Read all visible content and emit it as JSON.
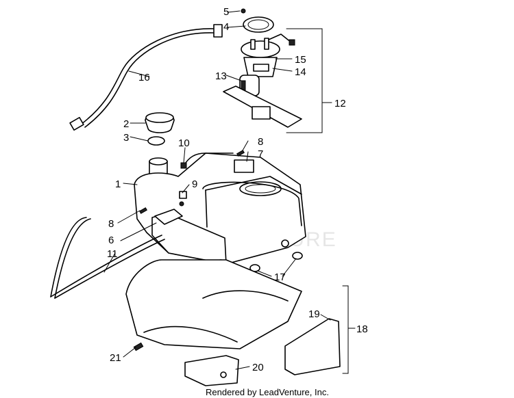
{
  "watermark": "LEADVENTURE",
  "footer": "Rendered by LeadVenture, Inc.",
  "callouts": [
    {
      "id": "c1",
      "label": "1"
    },
    {
      "id": "c2",
      "label": "2"
    },
    {
      "id": "c3",
      "label": "3"
    },
    {
      "id": "c4",
      "label": "4"
    },
    {
      "id": "c5",
      "label": "5"
    },
    {
      "id": "c6",
      "label": "6"
    },
    {
      "id": "c7",
      "label": "7"
    },
    {
      "id": "c8a",
      "label": "8"
    },
    {
      "id": "c8b",
      "label": "8"
    },
    {
      "id": "c9",
      "label": "9"
    },
    {
      "id": "c10",
      "label": "10"
    },
    {
      "id": "c11",
      "label": "11"
    },
    {
      "id": "c12",
      "label": "12"
    },
    {
      "id": "c13",
      "label": "13"
    },
    {
      "id": "c14",
      "label": "14"
    },
    {
      "id": "c15",
      "label": "15"
    },
    {
      "id": "c16",
      "label": "16"
    },
    {
      "id": "c17",
      "label": "17"
    },
    {
      "id": "c18",
      "label": "18"
    },
    {
      "id": "c19",
      "label": "19"
    },
    {
      "id": "c20",
      "label": "20"
    },
    {
      "id": "c21",
      "label": "21"
    }
  ]
}
